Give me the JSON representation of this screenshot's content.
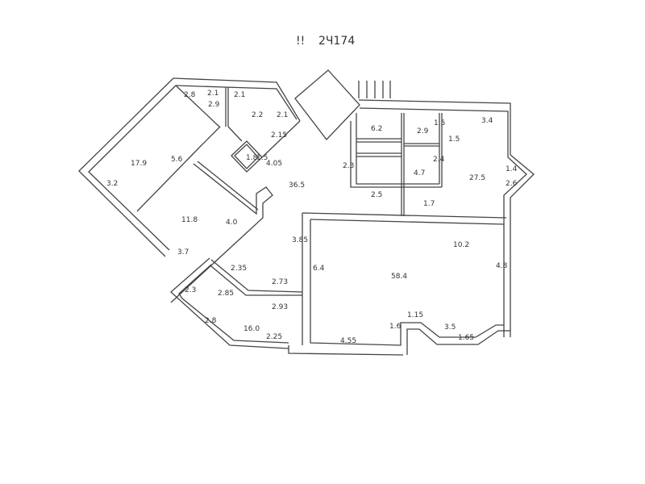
{
  "title": {
    "mark": "!!",
    "text": "2Ч174"
  },
  "rooms": {
    "bedroom_upper": {
      "area": "17.9",
      "dims": [
        "5.6",
        "3.2",
        "2.8"
      ]
    },
    "bedroom_lower": {
      "area": "11.8",
      "dims": [
        "4.0",
        "3.7"
      ]
    },
    "bath_top_left": {
      "dims": [
        "2.1",
        "2.9"
      ]
    },
    "bath_top": {
      "area": "2.2",
      "dims": [
        "2.1",
        "2.1"
      ]
    },
    "shaft": {
      "area": "1.8",
      "dims": [
        "1.5",
        "2.15",
        "4.05"
      ]
    },
    "hall": {
      "area": "36.5"
    },
    "pantry": {
      "area": "6.2",
      "dims": [
        "2.3",
        "2.5"
      ]
    },
    "small_top": {
      "area": "2.9",
      "dims": [
        "1.5",
        "1.5"
      ]
    },
    "small_mid": {
      "area": "4.7",
      "dims": [
        "2.4",
        "1.7"
      ]
    },
    "bedroom_right": {
      "area": "27.5",
      "dims": [
        "3.4",
        "1.4",
        "2.6"
      ]
    },
    "living": {
      "area": "58.4",
      "dims": [
        "10.2",
        "6.4",
        "4.8",
        "4.55",
        "1.6",
        "1.15",
        "3.5",
        "1.65",
        "3.85"
      ]
    },
    "corner_room": {
      "area": "16.0",
      "dims": [
        "2.3",
        "2.85",
        "2.35",
        "2.8",
        "2.25",
        "2.73",
        "2.93"
      ]
    }
  }
}
